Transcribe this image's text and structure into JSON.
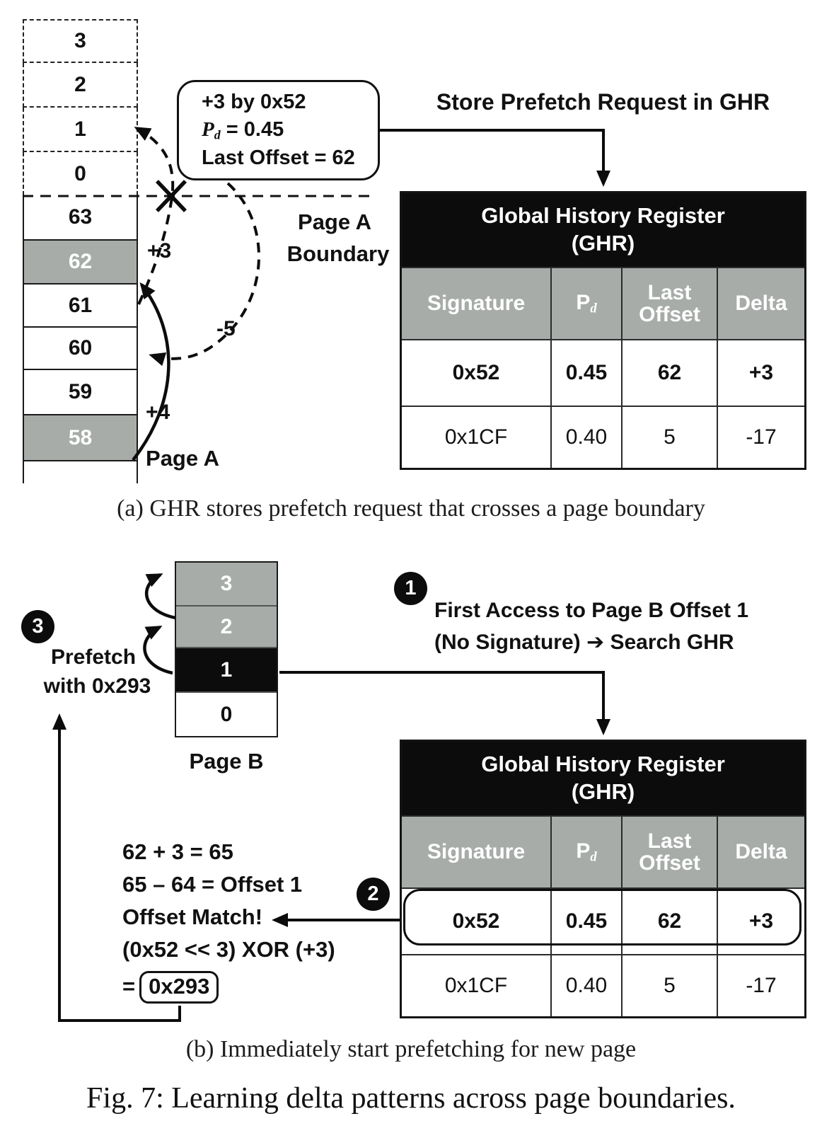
{
  "colors": {
    "shaded_gray": "#a7aca9",
    "header_black": "#0c0c0c",
    "background": "#ffffff"
  },
  "ghr": {
    "title_line1": "Global History Register",
    "title_line2": "(GHR)",
    "col_signature": "Signature",
    "col_p": "P",
    "col_p_sub": "d",
    "col_last_line1": "Last",
    "col_last_line2": "Offset",
    "col_delta": "Delta",
    "rows": [
      [
        "0x52",
        "0.45",
        "62",
        "+3"
      ],
      [
        "0x1CF",
        "0.40",
        "5",
        "-17"
      ]
    ]
  },
  "panel_a": {
    "page_a_dashed_cells": [
      "3",
      "2",
      "1",
      "0"
    ],
    "page_a_cells": [
      "63",
      "62",
      "61",
      "60",
      "59",
      "58"
    ],
    "page_a_label": "Page A",
    "boundary_label_line1": "Page A",
    "boundary_label_line2": "Boundary",
    "delta_plus3": "+3",
    "delta_minus5": "-5",
    "delta_plus4": "+4",
    "callout": {
      "line1": "+3 by 0x52",
      "p": "P",
      "p_sub": "d",
      "line2_rest": " = 0.45",
      "line3": "Last Offset = 62"
    },
    "store_label": "Store Prefetch Request in GHR",
    "caption": "(a) GHR stores prefetch request that crosses a page boundary"
  },
  "panel_b": {
    "page_b_cells": [
      "3",
      "2",
      "1",
      "0"
    ],
    "page_b_label": "Page B",
    "step1": {
      "num": "1",
      "line1": "First Access to Page B Offset 1",
      "line2_pre": "(No Signature) ",
      "arrow": "➔",
      "line2_post": " Search GHR"
    },
    "step2": {
      "num": "2"
    },
    "step3": {
      "num": "3",
      "line1": "Prefetch",
      "line2": "with 0x293"
    },
    "math": {
      "line1": "62 + 3 = 65",
      "line2": "65 – 64 = Offset 1",
      "line3": "Offset Match!",
      "line4": "(0x52 << 3) XOR (+3)",
      "line5_eq": "=",
      "line5_boxed": "0x293"
    },
    "caption": "(b) Immediately start prefetching for new page"
  },
  "figure_caption": "Fig. 7: Learning delta patterns across page boundaries."
}
